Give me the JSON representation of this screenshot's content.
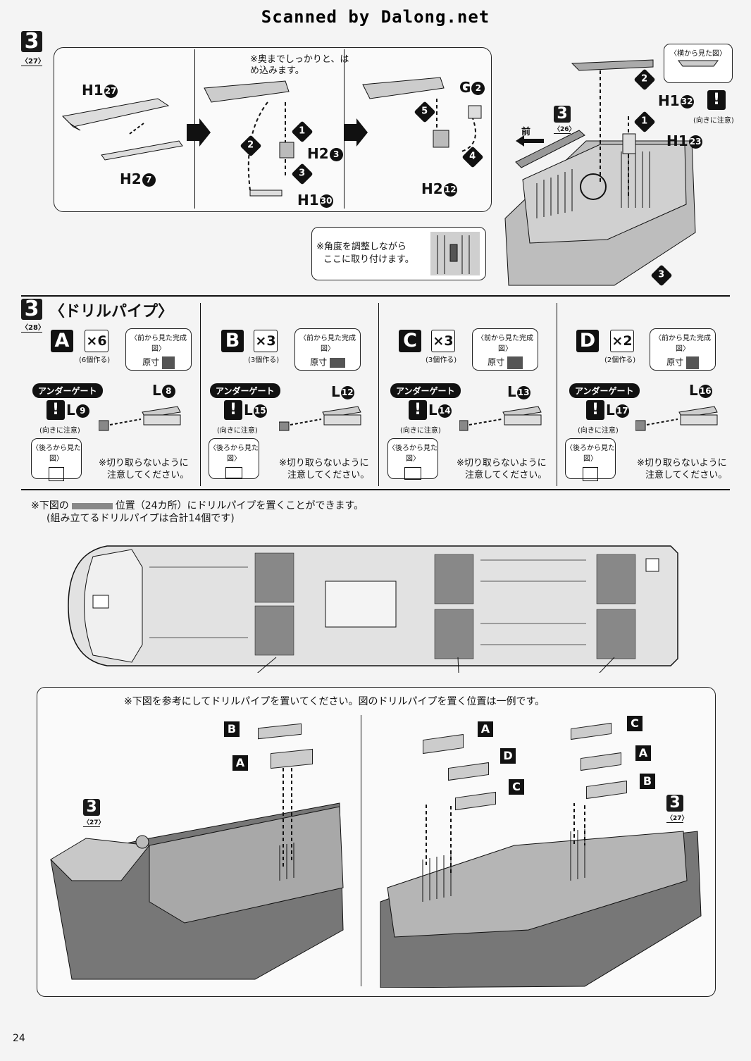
{
  "banner": "Scanned by Dalong.net",
  "top_section": {
    "step_number": "3",
    "step_ref": "〈27〉",
    "note_insert": "※奥までしっかりと、はめ込みます。",
    "parts": {
      "h1_27": "H1",
      "h1_27_num": "27",
      "h2_7": "H2",
      "h2_7_num": "7",
      "h2_3": "H2",
      "h2_3_num": "3",
      "h1_30": "H1",
      "h1_30_num": "30",
      "g_2": "G",
      "g_2_num": "2",
      "h2_12": "H2",
      "h2_12_num": "12",
      "h1_32": "H1",
      "h1_32_num": "32",
      "h1_23": "H1",
      "h1_23_num": "23"
    },
    "seq": [
      "1",
      "2",
      "3",
      "4",
      "5"
    ],
    "side_view_label": "〈横から見た図〉",
    "caution_label": "(向きに注意)",
    "front_label": "前",
    "ref_step": "3",
    "ref_step_sub": "〈26〉",
    "angle_note_line1": "※角度を調整しながら",
    "angle_note_line2": "ここに取り付けます。"
  },
  "drill_section": {
    "step_number": "3",
    "step_ref": "〈28〉",
    "title": "〈ドリルパイプ〉",
    "variants": [
      {
        "letter": "A",
        "qty": "×6",
        "qty_note": "(6個作る)",
        "front_view": "〈前から見た完成図〉",
        "actual": "原寸",
        "gate": "アンダーゲート",
        "part_l": "L",
        "part_l_num": "8",
        "part_small": "L",
        "part_small_num": "9",
        "caution": "(向きに注意)",
        "rear_view": "〈後ろから見た図〉",
        "cut_note_1": "※切り取らないように",
        "cut_note_2": "注意してください。"
      },
      {
        "letter": "B",
        "qty": "×3",
        "qty_note": "(3個作る)",
        "front_view": "〈前から見た完成図〉",
        "actual": "原寸",
        "gate": "アンダーゲート",
        "part_l": "L",
        "part_l_num": "12",
        "part_small": "L",
        "part_small_num": "15",
        "caution": "(向きに注意)",
        "rear_view": "〈後ろから見た図〉",
        "cut_note_1": "※切り取らないように",
        "cut_note_2": "注意してください。"
      },
      {
        "letter": "C",
        "qty": "×3",
        "qty_note": "(3個作る)",
        "front_view": "〈前から見た完成図〉",
        "actual": "原寸",
        "gate": "アンダーゲート",
        "part_l": "L",
        "part_l_num": "13",
        "part_small": "L",
        "part_small_num": "14",
        "caution": "(向きに注意)",
        "rear_view": "〈後ろから見た図〉",
        "cut_note_1": "※切り取らないように",
        "cut_note_2": "注意してください。"
      },
      {
        "letter": "D",
        "qty": "×2",
        "qty_note": "(2個作る)",
        "front_view": "〈前から見た完成図〉",
        "actual": "原寸",
        "gate": "アンダーゲート",
        "part_l": "L",
        "part_l_num": "16",
        "part_small": "L",
        "part_small_num": "17",
        "caution": "(向きに注意)",
        "rear_view": "〈後ろから見た図〉",
        "cut_note_1": "※切り取らないように",
        "cut_note_2": "注意してください。"
      }
    ]
  },
  "placement": {
    "note_line1_a": "※下図の",
    "note_line1_b": "位置（24カ所）にドリルパイプを置くことができます。",
    "note_line2": "(組み立てるドリルパイプは合計14個です)",
    "example_note": "※下図を参考にしてドリルパイプを置いてください。図のドリルパイプを置く位置は一例です。",
    "left_tags": [
      "B",
      "A"
    ],
    "mid_tags": [
      "A",
      "D",
      "C"
    ],
    "right_tags": [
      "C",
      "A",
      "B"
    ],
    "ref_step": "3",
    "ref_step_sub": "〈27〉"
  },
  "page_number": "24"
}
